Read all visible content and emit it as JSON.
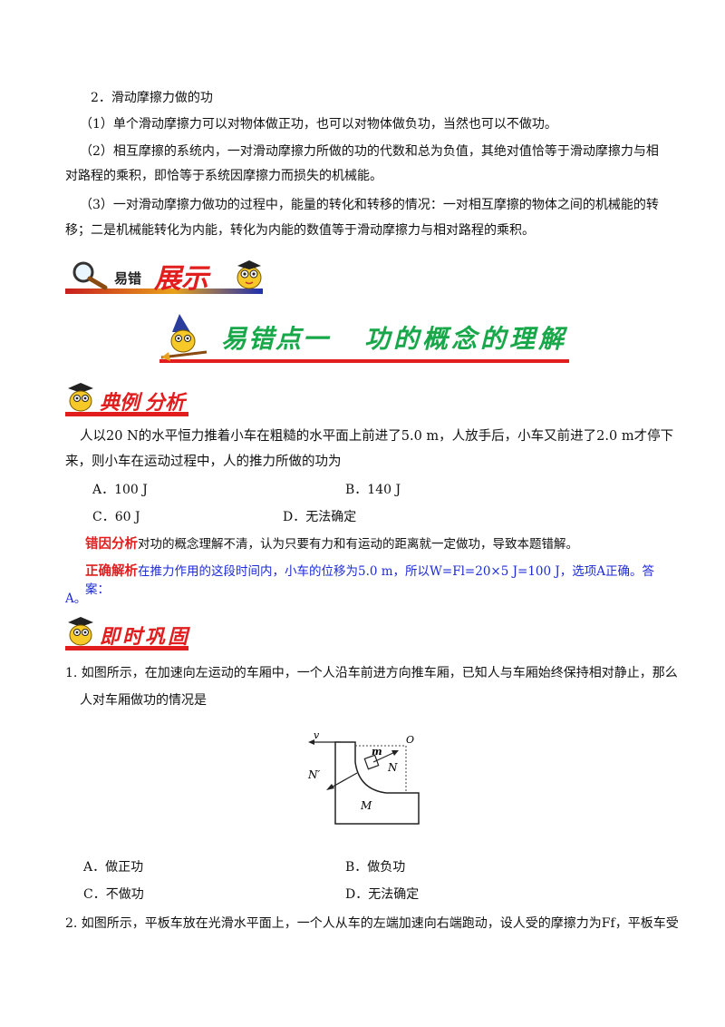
{
  "section2": {
    "heading": "2．滑动摩擦力做的功",
    "p1": "（1）单个滑动摩擦力可以对物体做正功，也可以对物体做负功，当然也可以不做功。",
    "p2_line1": "（2）相互摩擦的系统内，一对滑动摩擦力所做的功的代数和总为负值，其绝对值恰等于滑动摩擦力与相",
    "p2_line2": "对路程的乘积，即恰等于系统因摩擦力而损失的机械能。",
    "p3_line1": "（3）一对滑动摩擦力做功的过程中，能量的转化和转移的情况：一对相互摩擦的物体之间的机械能的转",
    "p3_line2": "移；二是机械能转化为内能，转化为内能的数值等于滑动摩擦力与相对路程的乘积。"
  },
  "banner_show": {
    "small": "易错",
    "big": "展示"
  },
  "banner_point": {
    "title": "易错点一",
    "subtitle": "功的概念的理解"
  },
  "banner_example": {
    "title": "典例",
    "title2": "分析"
  },
  "example": {
    "line1": "人以20 N的水平恒力推着小车在粗糙的水平面上前进了5.0 m，人放手后，小车又前进了2.0 m才停下",
    "line2": "来，则小车在运动过程中，人的推力所做的功为",
    "optA": "A．100 J",
    "optB": "B．140 J",
    "optC": "C．60 J",
    "optD": "D．无法确定",
    "error_label": "错因分析",
    "error_text": "对功的概念理解不清，认为只要有力和有运动的距离就一定做功，导致本题错解。",
    "correct_label": "正确解析",
    "correct_text_1": "在推力作用的这段时间内，小车的位移为5.0 m，所以W=Fl=20×5 J=100 J，选项A正确。答案：",
    "correct_text_2": "A。"
  },
  "banner_practice": {
    "title": "即时巩固"
  },
  "q1": {
    "line1": "1. 如图所示，在加速向左运动的车厢中，一个人沿车前进方向推车厢，已知人与车厢始终保持相对静止，那么",
    "line2": "人对车厢做功的情况是",
    "diagram": {
      "v": "v",
      "O": "O",
      "m": "m",
      "N": "N",
      "N_prime": "N′",
      "M": "M"
    },
    "optA": "A．做正功",
    "optB": "B．做负功",
    "optC": "C．不做功",
    "optD": "D．无法确定"
  },
  "q2": {
    "line1": "2. 如图所示，平板车放在光滑水平面上，一个人从车的左端加速向右端跑动，设人受的摩擦力为Ff，平板车受"
  }
}
